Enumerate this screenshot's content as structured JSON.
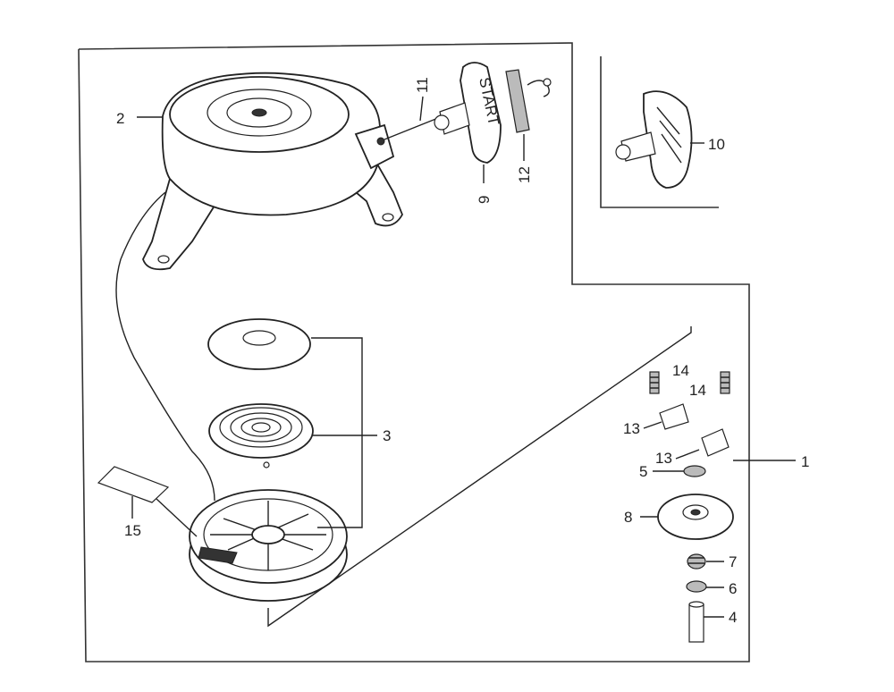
{
  "diagram": {
    "callouts": {
      "c1": "1",
      "c2": "2",
      "c3": "3",
      "c4": "4",
      "c5": "5",
      "c6": "6",
      "c7": "7",
      "c8": "8",
      "c9": "9",
      "c10": "10",
      "c11": "11",
      "c12": "12",
      "c13a": "13",
      "c13b": "13",
      "c14a": "14",
      "c14b": "14",
      "c15": "15"
    },
    "handle_text": "START"
  }
}
